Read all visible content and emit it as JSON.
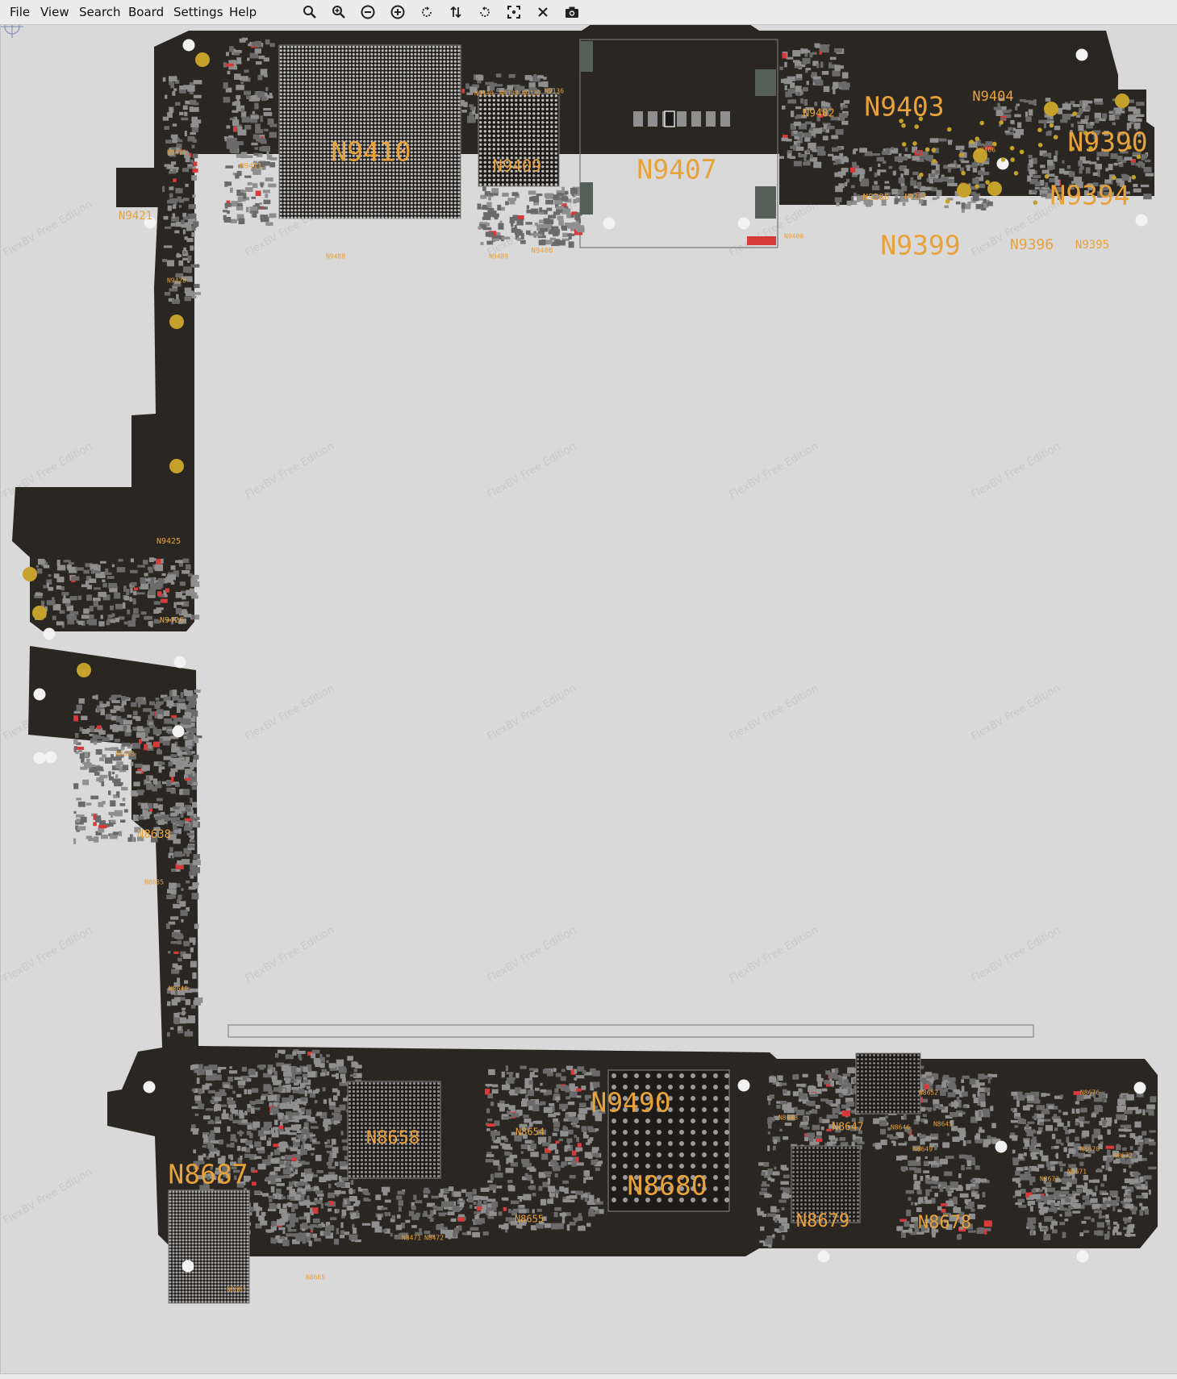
{
  "menu": {
    "file": "File",
    "view": "View",
    "search": "Search",
    "board": "Board",
    "settings": "Settings",
    "help": "Help"
  },
  "toolbar": [
    {
      "icon": "zoom-in-icon"
    },
    {
      "icon": "zoom-out-icon"
    },
    {
      "icon": "zoom-out-circle-icon"
    },
    {
      "icon": "zoom-in-circle-icon"
    },
    {
      "icon": "rotate-ccw-icon"
    },
    {
      "icon": "flip-icon"
    },
    {
      "icon": "rotate-cw-icon"
    },
    {
      "icon": "fit-view-icon"
    },
    {
      "icon": "close-icon"
    },
    {
      "icon": "camera-icon"
    }
  ],
  "board": {
    "watermark": "FlexBV Free Edition",
    "colors": {
      "background": "#d9d9d9",
      "pcb": "#2a2622",
      "part": "#8f8f8f",
      "label": "#e8a23a",
      "via": "#c4a12a",
      "hole": "#f2f2f2"
    },
    "components_large": [
      "N9410",
      "N9409",
      "N9407",
      "N9403",
      "N9390",
      "N9394",
      "N9399",
      "N9490",
      "N8687",
      "N8658",
      "N8680",
      "N8679",
      "N8678"
    ],
    "components_medium": [
      "N9421",
      "N9402",
      "N9404",
      "N9396",
      "N9395",
      "N9426",
      "N9425",
      "N8638",
      "N8654",
      "N8647",
      "N8655",
      "N9286",
      "N9287",
      "N9408",
      "N9411",
      "N9419",
      "N9428",
      "N9400",
      "N9406"
    ],
    "components_small": [
      "N8633",
      "N8635",
      "N8640",
      "N8648",
      "N8646",
      "N8645",
      "N8649",
      "N8683",
      "N8665",
      "N8471",
      "N8472",
      "N9139",
      "N9138",
      "N9137",
      "N9136",
      "N9488",
      "N9489",
      "N8670",
      "N8671",
      "N8672",
      "N8673",
      "N8652",
      "N8676"
    ]
  }
}
